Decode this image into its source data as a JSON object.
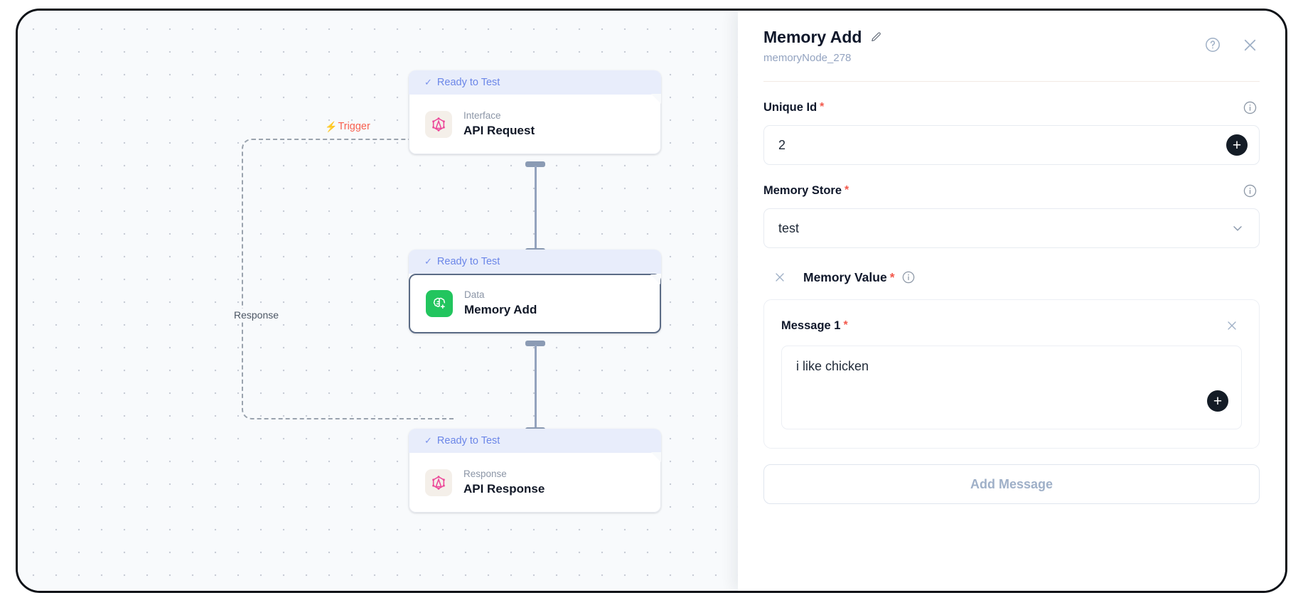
{
  "canvas": {
    "trigger_label": "Trigger",
    "response_label": "Response",
    "nodes": [
      {
        "status": "Ready to Test",
        "category": "Interface",
        "title": "API Request",
        "icon": "graphql-icon",
        "icon_style": "cream",
        "selected": false
      },
      {
        "status": "Ready to Test",
        "category": "Data",
        "title": "Memory Add",
        "icon": "brain-plus-icon",
        "icon_style": "green",
        "selected": true
      },
      {
        "status": "Ready to Test",
        "category": "Response",
        "title": "API Response",
        "icon": "graphql-icon",
        "icon_style": "cream",
        "selected": false
      }
    ]
  },
  "panel": {
    "title": "Memory Add",
    "edit_icon": "pencil-icon",
    "subtitle": "memoryNode_278",
    "help_icon": "help-circle-icon",
    "close_icon": "close-icon",
    "fields": {
      "unique_id": {
        "label": "Unique Id",
        "required": "*",
        "info_icon": "info-icon",
        "value": "2",
        "add_icon": "plus-icon"
      },
      "memory_store": {
        "label": "Memory Store",
        "required": "*",
        "info_icon": "info-icon",
        "value": "test",
        "chevron_icon": "chevron-down-icon"
      },
      "memory_value": {
        "label": "Memory Value",
        "required": "*",
        "remove_icon": "close-icon",
        "info_icon": "info-icon",
        "messages": [
          {
            "label": "Message 1",
            "required": "*",
            "remove_icon": "close-icon",
            "value": "i like chicken",
            "add_icon": "plus-icon"
          }
        ],
        "add_message_label": "Add Message"
      }
    }
  },
  "colors": {
    "accent_blue": "#6b86e8",
    "status_bg": "#e8edfb",
    "trigger_red": "#f8604f",
    "required_red": "#f2584b",
    "node_green": "#22c55e",
    "node_pink": "#ec4899",
    "subtitle_blue": "#93a3c0"
  }
}
